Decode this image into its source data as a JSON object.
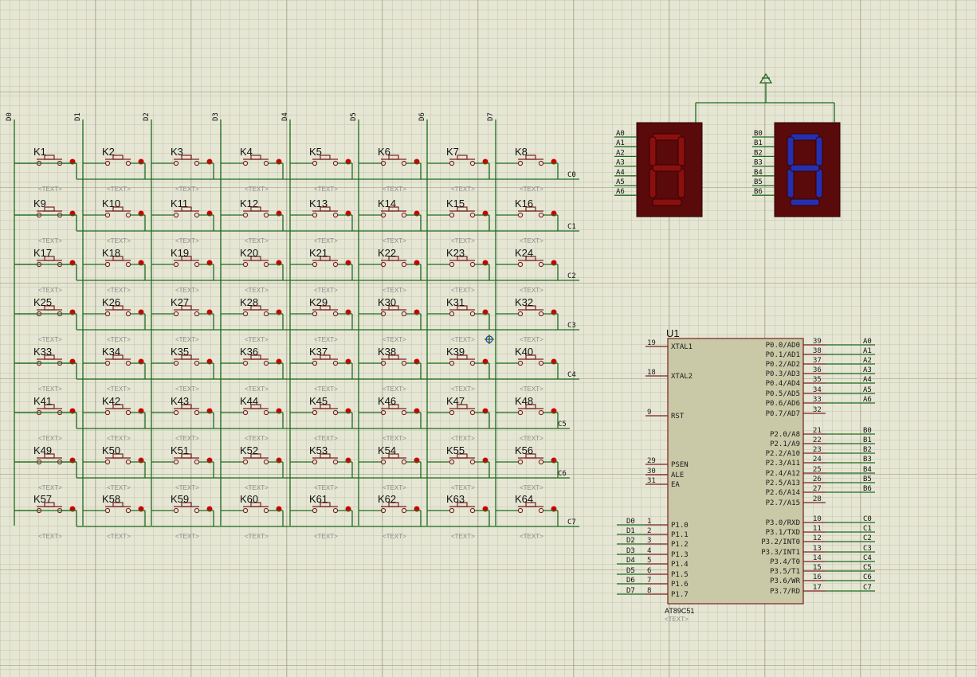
{
  "schematic": {
    "column_labels": [
      "D0",
      "D1",
      "D2",
      "D3",
      "D4",
      "D5",
      "D6",
      "D7"
    ],
    "row_labels": [
      "C0",
      "C1",
      "C2",
      "C3",
      "C4",
      "C5",
      "C6",
      "C7"
    ],
    "keys": [
      [
        "K1",
        "K2",
        "K3",
        "K4",
        "K5",
        "K6",
        "K7",
        "K8"
      ],
      [
        "K9",
        "K10",
        "K11",
        "K12",
        "K13",
        "K14",
        "K15",
        "K16"
      ],
      [
        "K17",
        "K18",
        "K19",
        "K20",
        "K21",
        "K22",
        "K23",
        "K24"
      ],
      [
        "K25",
        "K26",
        "K27",
        "K28",
        "K29",
        "K30",
        "K31",
        "K32"
      ],
      [
        "K33",
        "K34",
        "K35",
        "K36",
        "K37",
        "K38",
        "K39",
        "K40"
      ],
      [
        "K41",
        "K42",
        "K43",
        "K44",
        "K45",
        "K46",
        "K47",
        "K48"
      ],
      [
        "K49",
        "K50",
        "K51",
        "K52",
        "K53",
        "K54",
        "K55",
        "K56"
      ],
      [
        "K57",
        "K58",
        "K59",
        "K60",
        "K61",
        "K62",
        "K63",
        "K64"
      ]
    ],
    "text_placeholder": "<TEXT>",
    "display_a_pins": [
      "A0",
      "A1",
      "A2",
      "A3",
      "A4",
      "A5",
      "A6"
    ],
    "display_b_pins": [
      "B0",
      "B1",
      "B2",
      "B3",
      "B4",
      "B5",
      "B6"
    ],
    "display_a_digit": "8",
    "display_b_digit": "8",
    "display_a_color": "#6a0e0e",
    "display_b_color": "#1f2aa0",
    "chip": {
      "ref": "U1",
      "part": "AT89C51",
      "text": "<TEXT>",
      "left_pins": [
        {
          "num": "19",
          "name": "XTAL1"
        },
        {
          "num": "18",
          "name": "XTAL2"
        },
        {
          "num": "9",
          "name": "RST"
        },
        {
          "num": "29",
          "name": "PSEN"
        },
        {
          "num": "30",
          "name": "ALE"
        },
        {
          "num": "31",
          "name": "EA"
        },
        {
          "num": "1",
          "name": "P1.0",
          "net": "D0"
        },
        {
          "num": "2",
          "name": "P1.1",
          "net": "D1"
        },
        {
          "num": "3",
          "name": "P1.2",
          "net": "D2"
        },
        {
          "num": "4",
          "name": "P1.3",
          "net": "D3"
        },
        {
          "num": "5",
          "name": "P1.4",
          "net": "D4"
        },
        {
          "num": "6",
          "name": "P1.5",
          "net": "D5"
        },
        {
          "num": "7",
          "name": "P1.6",
          "net": "D6"
        },
        {
          "num": "8",
          "name": "P1.7",
          "net": "D7"
        }
      ],
      "right_pins": [
        {
          "num": "39",
          "name": "P0.0/AD0",
          "net": "A0"
        },
        {
          "num": "38",
          "name": "P0.1/AD1",
          "net": "A1"
        },
        {
          "num": "37",
          "name": "P0.2/AD2",
          "net": "A2"
        },
        {
          "num": "36",
          "name": "P0.3/AD3",
          "net": "A3"
        },
        {
          "num": "35",
          "name": "P0.4/AD4",
          "net": "A4"
        },
        {
          "num": "34",
          "name": "P0.5/AD5",
          "net": "A5"
        },
        {
          "num": "33",
          "name": "P0.6/AD6",
          "net": "A6"
        },
        {
          "num": "32",
          "name": "P0.7/AD7",
          "net": ""
        },
        {
          "num": "21",
          "name": "P2.0/A8",
          "net": "B0"
        },
        {
          "num": "22",
          "name": "P2.1/A9",
          "net": "B1"
        },
        {
          "num": "23",
          "name": "P2.2/A10",
          "net": "B2"
        },
        {
          "num": "24",
          "name": "P2.3/A11",
          "net": "B3"
        },
        {
          "num": "25",
          "name": "P2.4/A12",
          "net": "B4"
        },
        {
          "num": "26",
          "name": "P2.5/A13",
          "net": "B5"
        },
        {
          "num": "27",
          "name": "P2.6/A14",
          "net": "B6"
        },
        {
          "num": "28",
          "name": "P2.7/A15",
          "net": ""
        },
        {
          "num": "10",
          "name": "P3.0/RXD",
          "net": "C0"
        },
        {
          "num": "11",
          "name": "P3.1/TXD",
          "net": "C1"
        },
        {
          "num": "12",
          "name": "P3.2/INT0",
          "net": "C2"
        },
        {
          "num": "13",
          "name": "P3.3/INT1",
          "net": "C3"
        },
        {
          "num": "14",
          "name": "P3.4/T0",
          "net": "C4"
        },
        {
          "num": "15",
          "name": "P3.5/T1",
          "net": "C5"
        },
        {
          "num": "16",
          "name": "P3.6/WR",
          "net": "C6"
        },
        {
          "num": "17",
          "name": "P3.7/RD",
          "net": "C7"
        }
      ]
    }
  }
}
